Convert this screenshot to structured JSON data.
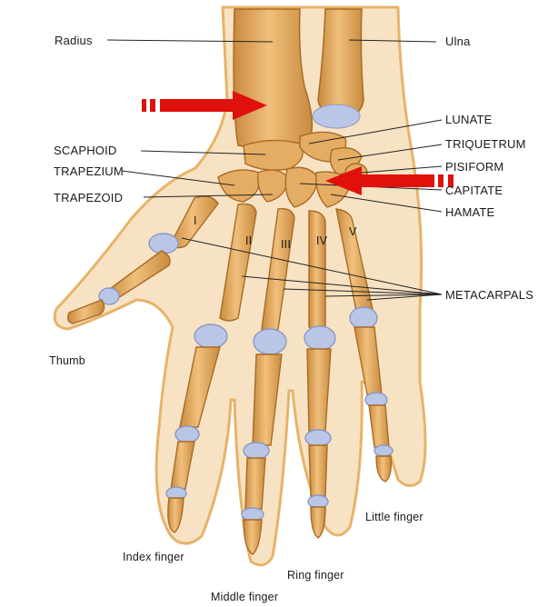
{
  "labels": {
    "radius": "Radius",
    "ulna": "Ulna",
    "lunate": "LUNATE",
    "scaphoid": "SCAPHOID",
    "triquetrum": "TRIQUETRUM",
    "trapezium": "TRAPEZIUM",
    "pisiform": "PISIFORM",
    "capitate": "CAPITATE",
    "trapezoid": "TRAPEZOID",
    "hamate": "HAMATE",
    "metacarpals": "METACARPALS",
    "thumb": "Thumb",
    "index_finger": "Index finger",
    "middle_finger": "Middle finger",
    "ring_finger": "Ring finger",
    "little_finger": "Little finger"
  },
  "numerals": {
    "i": "I",
    "ii": "II",
    "iii": "III",
    "iv": "IV",
    "v": "V"
  },
  "colors": {
    "background": "#ffffff",
    "skin": "#f7e3c3",
    "skin_outline": "#e7b36a",
    "bone": "#e5ad63",
    "bone_outline": "#a86a25",
    "cartilage": "#b9c6e6",
    "arrow": "#e0100c",
    "leader_line": "#222222"
  }
}
